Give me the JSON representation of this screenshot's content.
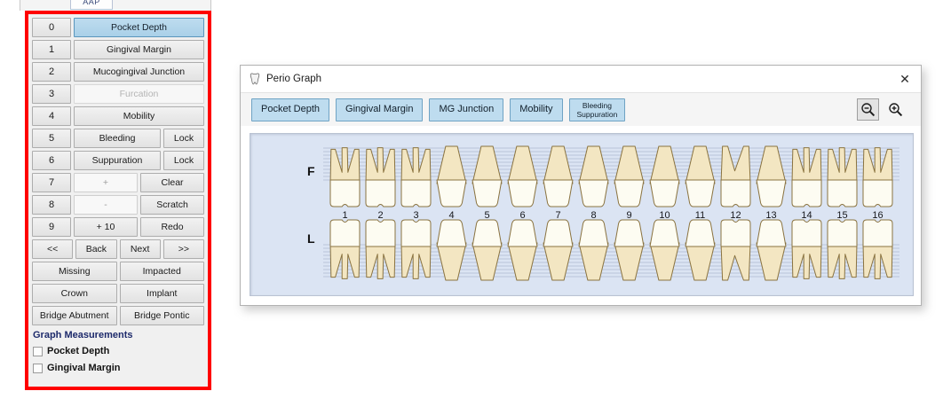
{
  "left_panel": {
    "top_stub_label": "AAP",
    "rows": [
      {
        "num": "0",
        "label": "Pocket Depth",
        "state": "selected"
      },
      {
        "num": "1",
        "label": "Gingival Margin",
        "state": "normal"
      },
      {
        "num": "2",
        "label": "Mucogingival Junction",
        "state": "normal"
      },
      {
        "num": "3",
        "label": "Furcation",
        "state": "disabled"
      },
      {
        "num": "4",
        "label": "Mobility",
        "state": "normal"
      },
      {
        "num": "5",
        "label": "Bleeding",
        "state": "normal",
        "lock": "Lock"
      },
      {
        "num": "6",
        "label": "Suppuration",
        "state": "normal",
        "lock": "Lock"
      },
      {
        "num": "7",
        "label": "+",
        "state": "faint",
        "action": "Clear"
      },
      {
        "num": "8",
        "label": "-",
        "state": "faint",
        "action": "Scratch"
      },
      {
        "num": "9",
        "label": "+ 10",
        "state": "normal",
        "action": "Redo"
      }
    ],
    "nav_row": [
      "<<",
      "Back",
      "Next",
      ">>"
    ],
    "status_rows": [
      [
        "Missing",
        "Impacted"
      ],
      [
        "Crown",
        "Implant"
      ],
      [
        "Bridge Abutment",
        "Bridge Pontic"
      ]
    ],
    "graph_measurements": {
      "heading": "Graph Measurements",
      "checkboxes": [
        {
          "label": "Pocket Depth",
          "checked": false
        },
        {
          "label": "Gingival Margin",
          "checked": false
        }
      ]
    }
  },
  "perio_window": {
    "title": "Perio Graph",
    "close_label": "✕",
    "tabs": [
      {
        "label": "Pocket Depth",
        "two_line": false
      },
      {
        "label": "Gingival Margin",
        "two_line": false
      },
      {
        "label": "MG Junction",
        "two_line": false
      },
      {
        "label": "Mobility",
        "two_line": false
      },
      {
        "label_line1": "Bleeding",
        "label_line2": "Suppuration",
        "two_line": true
      }
    ],
    "zoom_controls": [
      {
        "name": "zoom-out-icon",
        "pressed": true
      },
      {
        "name": "zoom-in-icon",
        "pressed": false
      }
    ],
    "graph": {
      "facial_label": "F",
      "lingual_label": "L",
      "tooth_numbers": [
        "1",
        "2",
        "3",
        "4",
        "5",
        "6",
        "7",
        "8",
        "9",
        "10",
        "11",
        "12",
        "13",
        "14",
        "15",
        "16"
      ],
      "tooth_root_counts": [
        3,
        3,
        3,
        1,
        1,
        1,
        1,
        1,
        1,
        1,
        1,
        2,
        1,
        3,
        3,
        3
      ],
      "colors": {
        "panel_background": "#dbe4f3",
        "gridline": "#aebbd2",
        "root_fill": "#f3e6c2",
        "crown_fill": "#fdfcf2",
        "tooth_outline": "#8a7340"
      }
    }
  }
}
